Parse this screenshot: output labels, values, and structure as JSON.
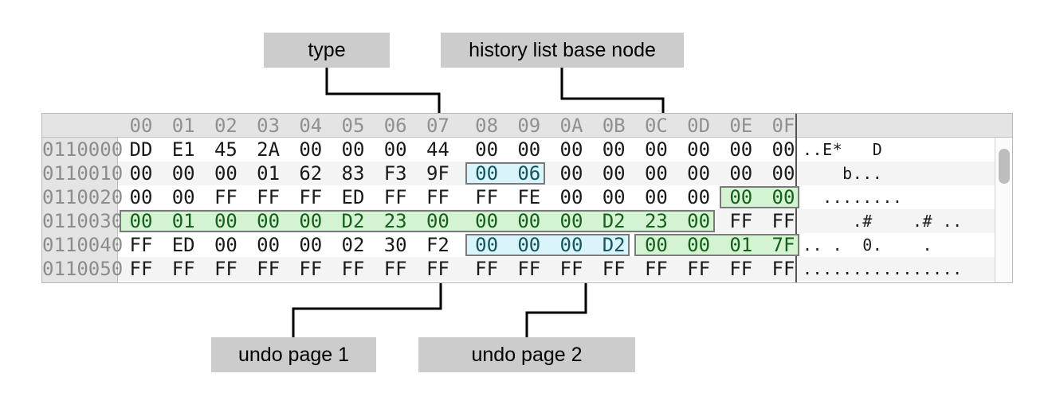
{
  "callouts": [
    {
      "id": "type",
      "label": "type"
    },
    {
      "id": "history",
      "label": "history list base node"
    },
    {
      "id": "undo1",
      "label": "undo page 1"
    },
    {
      "id": "undo2",
      "label": "undo page 2"
    }
  ],
  "hex_view": {
    "column_headers": [
      "00",
      "01",
      "02",
      "03",
      "04",
      "05",
      "06",
      "07",
      "08",
      "09",
      "0A",
      "0B",
      "0C",
      "0D",
      "0E",
      "0F"
    ],
    "rows": [
      {
        "address": "0110000",
        "bytes": [
          "DD",
          "E1",
          "45",
          "2A",
          "00",
          "00",
          "00",
          "44",
          "00",
          "00",
          "00",
          "00",
          "00",
          "00",
          "00",
          "00"
        ],
        "ascii": "..E*   D        "
      },
      {
        "address": "0110010",
        "bytes": [
          "00",
          "00",
          "00",
          "01",
          "62",
          "83",
          "F3",
          "9F",
          "00",
          "06",
          "00",
          "00",
          "00",
          "00",
          "00",
          "00"
        ],
        "ascii": "    b...        "
      },
      {
        "address": "0110020",
        "bytes": [
          "00",
          "00",
          "FF",
          "FF",
          "FF",
          "ED",
          "FF",
          "FF",
          "FF",
          "FE",
          "00",
          "00",
          "00",
          "00",
          "00",
          "00"
        ],
        "ascii": "  ........      "
      },
      {
        "address": "0110030",
        "bytes": [
          "00",
          "01",
          "00",
          "00",
          "00",
          "D2",
          "23",
          "00",
          "00",
          "00",
          "00",
          "D2",
          "23",
          "00",
          "FF",
          "FF"
        ],
        "ascii": "     .#    .# .."
      },
      {
        "address": "0110040",
        "bytes": [
          "FF",
          "ED",
          "00",
          "00",
          "00",
          "02",
          "30",
          "F2",
          "00",
          "00",
          "00",
          "D2",
          "00",
          "00",
          "01",
          "7F"
        ],
        "ascii": ".. .  0.    .   "
      },
      {
        "address": "0110050",
        "bytes": [
          "FF",
          "FF",
          "FF",
          "FF",
          "FF",
          "FF",
          "FF",
          "FF",
          "FF",
          "FF",
          "FF",
          "FF",
          "FF",
          "FF",
          "FF",
          "FF"
        ],
        "ascii": "................"
      }
    ],
    "highlights": [
      {
        "name": "type-field",
        "row": 1,
        "start": 8,
        "end": 9,
        "color": "blue"
      },
      {
        "name": "history-list-base-node",
        "row": 2,
        "start": 14,
        "end": 15,
        "color": "green"
      },
      {
        "name": "history-node-record",
        "row": 3,
        "start": 0,
        "end": 13,
        "color": "green"
      },
      {
        "name": "undo-page-1",
        "row": 4,
        "start": 8,
        "end": 11,
        "color": "blue"
      },
      {
        "name": "undo-page-2",
        "row": 4,
        "start": 12,
        "end": 15,
        "color": "green"
      }
    ],
    "colors": {
      "highlight_blue": "#d9f4fa",
      "highlight_green": "#d3f3d2",
      "callout_bg": "#cccccc",
      "header_bg": "#e4e4e4",
      "row_odd": "#ffffff",
      "row_even": "#f4f4f4"
    }
  }
}
